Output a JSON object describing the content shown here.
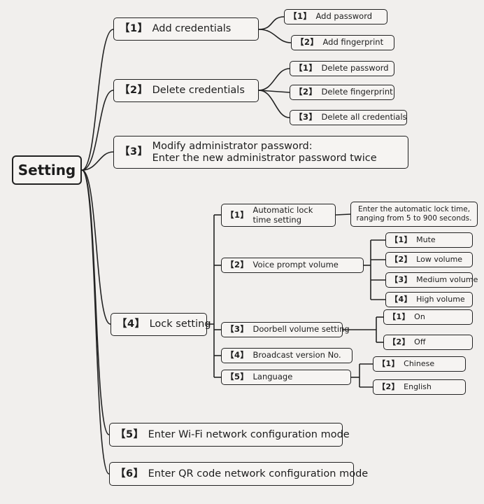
{
  "root": {
    "label": "Setting"
  },
  "menu": [
    {
      "index": "【1】",
      "label": "Add credentials",
      "children": [
        {
          "index": "【1】",
          "label": "Add password"
        },
        {
          "index": "【2】",
          "label": "Add fingerprint"
        }
      ]
    },
    {
      "index": "【2】",
      "label": "Delete credentials",
      "children": [
        {
          "index": "【1】",
          "label": "Delete password"
        },
        {
          "index": "【2】",
          "label": "Delete fingerprint"
        },
        {
          "index": "【3】",
          "label": "Delete all credentials"
        }
      ]
    },
    {
      "index": "【3】",
      "label_line1": "Modify administrator password:",
      "label_line2": "Enter the new administrator password twice"
    },
    {
      "index": "【4】",
      "label": "Lock setting",
      "children": [
        {
          "index": "【1】",
          "label_line1": "Automatic lock",
          "label_line2": "time setting",
          "note_line1": "Enter the automatic lock time,",
          "note_line2": "ranging from 5 to 900 seconds."
        },
        {
          "index": "【2】",
          "label": "Voice prompt volume",
          "children": [
            {
              "index": "【1】",
              "label": "Mute"
            },
            {
              "index": "【2】",
              "label": "Low volume"
            },
            {
              "index": "【3】",
              "label": "Medium volume"
            },
            {
              "index": "【4】",
              "label": "High volume"
            }
          ]
        },
        {
          "index": "【3】",
          "label": "Doorbell volume setting",
          "children": [
            {
              "index": "【1】",
              "label": "On"
            },
            {
              "index": "【2】",
              "label": "Off"
            }
          ]
        },
        {
          "index": "【4】",
          "label": "Broadcast version No."
        },
        {
          "index": "【5】",
          "label": "Language",
          "children": [
            {
              "index": "【1】",
              "label": "Chinese"
            },
            {
              "index": "【2】",
              "label": "English"
            }
          ]
        }
      ]
    },
    {
      "index": "【5】",
      "label": "Enter Wi-Fi network configuration mode"
    },
    {
      "index": "【6】",
      "label": "Enter QR code network configuration mode"
    }
  ]
}
